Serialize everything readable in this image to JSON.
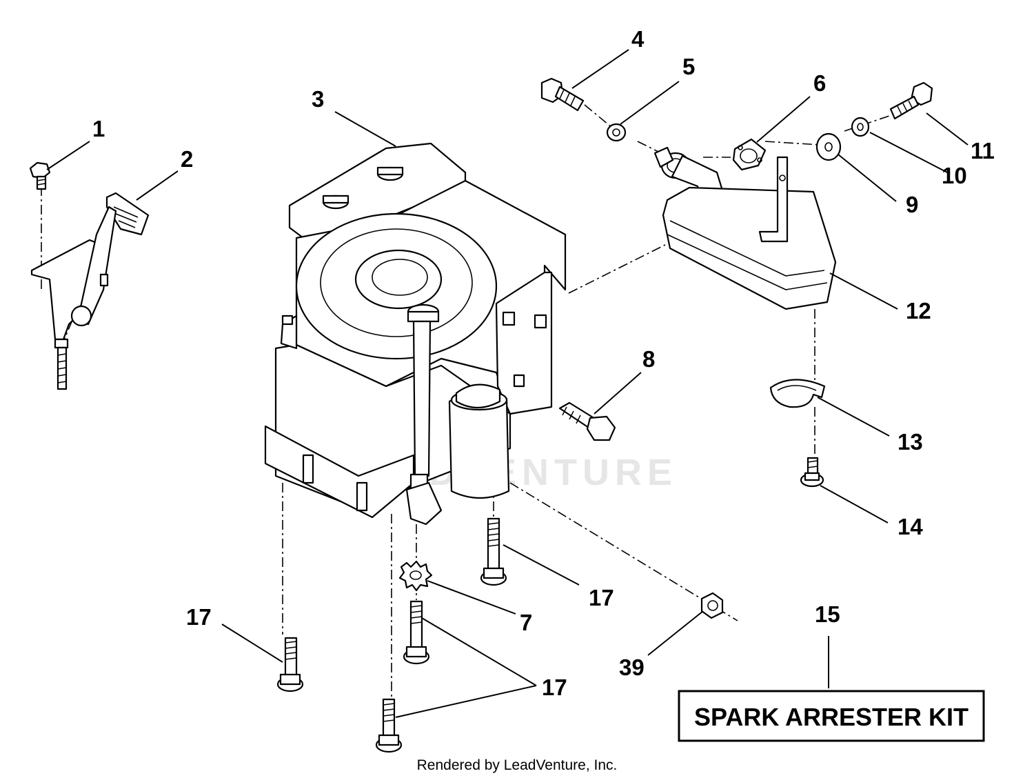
{
  "callouts": [
    {
      "id": "1",
      "text": "1"
    },
    {
      "id": "2",
      "text": "2"
    },
    {
      "id": "3",
      "text": "3"
    },
    {
      "id": "4",
      "text": "4"
    },
    {
      "id": "5",
      "text": "5"
    },
    {
      "id": "6",
      "text": "6"
    },
    {
      "id": "7",
      "text": "7"
    },
    {
      "id": "8",
      "text": "8"
    },
    {
      "id": "9",
      "text": "9"
    },
    {
      "id": "10",
      "text": "10"
    },
    {
      "id": "11",
      "text": "11"
    },
    {
      "id": "12",
      "text": "12"
    },
    {
      "id": "13",
      "text": "13"
    },
    {
      "id": "14",
      "text": "14"
    },
    {
      "id": "15",
      "text": "15"
    },
    {
      "id": "17a",
      "text": "17"
    },
    {
      "id": "17b",
      "text": "17"
    },
    {
      "id": "17c",
      "text": "17"
    },
    {
      "id": "39",
      "text": "39"
    }
  ],
  "kit_label": "SPARK ARRESTER KIT",
  "watermark": "LEADVENTURE",
  "footer": "Rendered by LeadVenture, Inc."
}
